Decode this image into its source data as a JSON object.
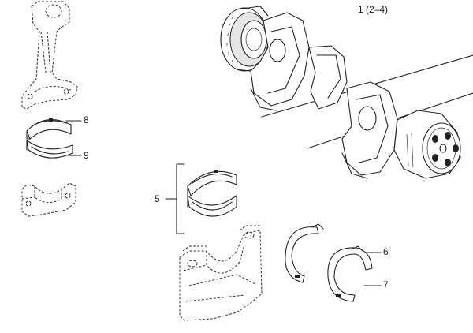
{
  "callouts": {
    "crankshaft": "1 (2–4)",
    "main_bearing_set": "5",
    "thrust_washer_upper": "6",
    "thrust_washer_lower": "7",
    "rod_bearing_upper": "8",
    "rod_bearing_lower": "9"
  }
}
